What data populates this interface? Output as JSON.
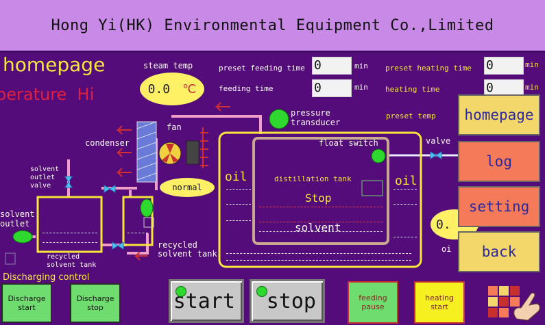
{
  "header": {
    "company": "Hong Yi(HK) Environmental Equipment Co.,Limited"
  },
  "page": {
    "title": "homepage",
    "scrolling_text": "perature  Hi"
  },
  "steam": {
    "label": "steam temp",
    "value": "0.0",
    "unit": "℃"
  },
  "feeding": {
    "preset_label": "preset feeding time",
    "preset_value": "0",
    "preset_unit": "min",
    "time_label": "feeding time",
    "time_value": "0",
    "time_unit": "min"
  },
  "heating": {
    "preset_label": "preset heating time",
    "preset_value": "0",
    "preset_unit": "min",
    "time_label": "heating time",
    "time_value": "0",
    "time_unit": "min",
    "preset_temp_label": "preset temp"
  },
  "diagram": {
    "pressure_label_1": "pressure",
    "pressure_label_2": "transducer",
    "float_switch": "float switch",
    "valve": "valve",
    "fan": "fan",
    "condenser": "condenser",
    "fan_status": "normal",
    "solvent_outlet_valve": [
      "solvent",
      "outlet",
      "valve"
    ],
    "solvent_outlet": [
      "solvent",
      "outlet"
    ],
    "recycled_small": [
      "recycled",
      "solvent tank"
    ],
    "recycled_large": [
      "recycled",
      "solvent tank"
    ],
    "oil_left": "oil",
    "oil_right": "oil",
    "oil_cut": "oi",
    "distillation_tank": "distillation tank",
    "state": "Stop",
    "solvent": "solvent",
    "right_temp_value": "0."
  },
  "discharging": {
    "label": "Discharging control",
    "start": [
      "Discharge",
      "start"
    ],
    "stop": [
      "Discharge",
      "stop"
    ]
  },
  "controls": {
    "start": "start",
    "stop": "stop",
    "feeding_pause": [
      "feeding",
      "pause"
    ],
    "heating_start": [
      "heating",
      "start"
    ]
  },
  "menu": {
    "items": [
      "homepage",
      "log",
      "setting",
      "back"
    ],
    "colors": [
      "#f4d76a",
      "#f47a5a",
      "#f47a5a",
      "#f4d76a"
    ]
  },
  "colors": {
    "accent_yellow": "#f5e83a",
    "pipe_pink": "#f0a0c8",
    "bg": "#540c7a",
    "header": "#c88ae6"
  }
}
